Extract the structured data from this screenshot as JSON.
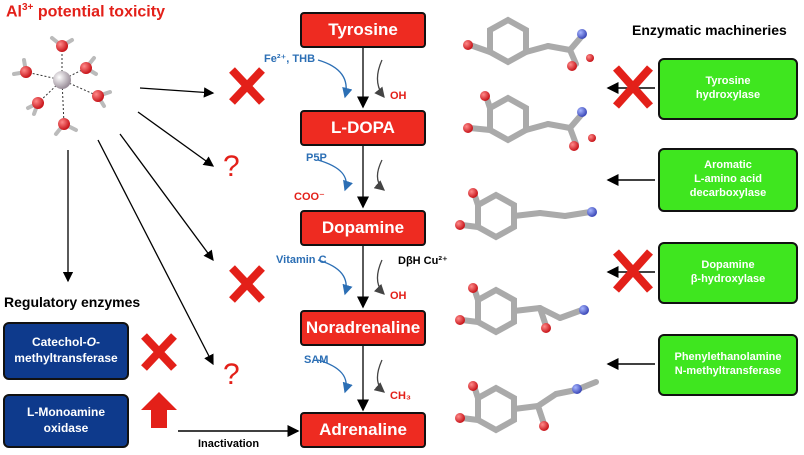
{
  "title": {
    "prefix": "Al",
    "charge": "3+",
    "suffix": " potential toxicity"
  },
  "pathway": [
    {
      "label": "Tyrosine"
    },
    {
      "label": "L-DOPA"
    },
    {
      "label": "Dopamine"
    },
    {
      "label": "Noradrenaline"
    },
    {
      "label": "Adrenaline"
    }
  ],
  "cofactors": {
    "step1": {
      "left": "Fe²⁺, THB",
      "right": "OH"
    },
    "step2": {
      "left": "P5P",
      "right": "COO⁻"
    },
    "step3": {
      "left": "Vitamin C",
      "right_top": "DβH Cu²⁺",
      "right": "OH"
    },
    "step4": {
      "left": "SAM",
      "right": "CH₃"
    }
  },
  "enzymes": {
    "header": "Enzymatic machineries",
    "items": [
      {
        "label": "Tyrosine\nhydroxylase",
        "inhibited": true
      },
      {
        "label": "Aromatic\nL-amino acid\ndecarboxylase",
        "inhibited": false
      },
      {
        "label": "Dopamine\nβ-hydroxylase",
        "inhibited": true
      },
      {
        "label": "Phenylethanolamine\nN-methyltransferase",
        "inhibited": false
      }
    ]
  },
  "regulatory": {
    "header": "Regulatory enzymes",
    "comt": {
      "line1": "Catechol-",
      "italic": "O",
      "line1b": "-",
      "line2": "methyltransferase",
      "effect": "inhibited"
    },
    "mao": {
      "line1": "L-Monoamine",
      "line2": "oxidase",
      "effect": "increased"
    }
  },
  "inactivation_label": "Inactivation",
  "question_mark": "?",
  "colors": {
    "red": "#e32019",
    "green": "#3fe61f",
    "navy": "#0e3a8c",
    "blue_text": "#2c6fb5"
  }
}
